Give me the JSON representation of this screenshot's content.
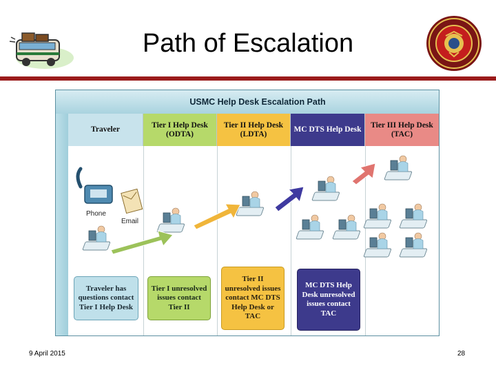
{
  "slide": {
    "title": "Path of Escalation",
    "footer_date": "9 April 2015",
    "page_number": "28"
  },
  "diagram": {
    "title": "USMC Help Desk Escalation Path",
    "columns": [
      {
        "label": "Traveler",
        "color": "#c8e3ec"
      },
      {
        "label": "Tier I Help Desk\n(ODTA)",
        "color": "#b6d96a"
      },
      {
        "label": "Tier II Help Desk\n(LDTA)",
        "color": "#f5c242"
      },
      {
        "label": "MC DTS Help Desk",
        "color": "#3d3a8c"
      },
      {
        "label": "Tier III Help Desk\n(TAC)",
        "color": "#e98a86"
      }
    ],
    "labels": {
      "phone": "Phone",
      "email": "Email"
    },
    "boxes": [
      {
        "text": "Traveler has questions contact Tier I Help Desk",
        "color": "#bfe0ea"
      },
      {
        "text": "Tier I unresolved issues contact Tier II",
        "color": "#b6d96a"
      },
      {
        "text": "Tier II unresolved issues contact MC DTS Help Desk or TAC",
        "color": "#f5c242"
      },
      {
        "text": "MC DTS Help Desk unresolved issues contact TAC",
        "color": "#3d3a8c"
      }
    ],
    "arrows": [
      {
        "from": "Traveler",
        "to": "Tier I",
        "color": "#9cc25a"
      },
      {
        "from": "Tier I",
        "to": "Tier II",
        "color": "#f0b53a"
      },
      {
        "from": "Tier II",
        "to": "MC DTS",
        "color": "#3f3aa0"
      },
      {
        "from": "MC DTS",
        "to": "Tier III",
        "color": "#e0746f"
      }
    ]
  },
  "icons": [
    "bus-icon",
    "usmc-seal-icon",
    "phone-icon",
    "email-icon",
    "help-desk-agent-icon"
  ]
}
